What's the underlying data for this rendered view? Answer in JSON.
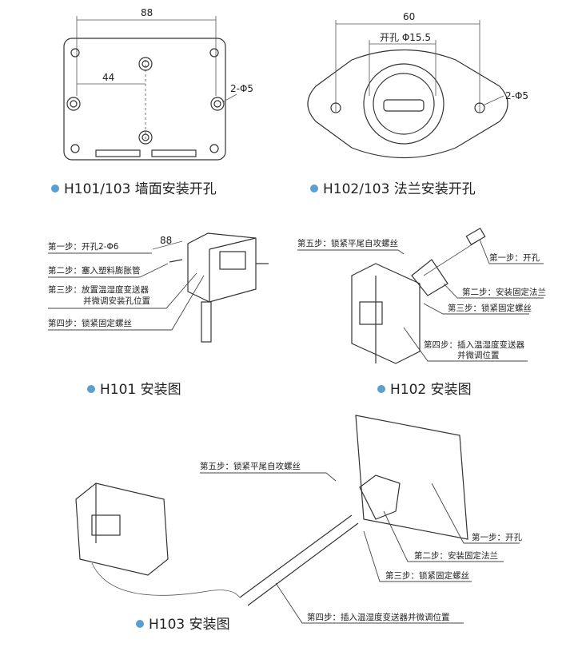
{
  "wall_mount": {
    "caption": "H101/103 墙面安装开孔",
    "dim_width": "88",
    "dim_half": "44",
    "hole_spec": "2-Φ5"
  },
  "flange_mount": {
    "caption": "H102/103 法兰安装开孔",
    "dim_width": "60",
    "center_hole": "开孔 Φ15.5",
    "hole_spec": "2-Φ5"
  },
  "h101": {
    "caption": "H101 安装图",
    "dim": "88",
    "steps": [
      "第一步：开孔2-Φ6",
      "第二步：塞入塑料膨胀管",
      "第三步：放置温湿度变送器",
      "并微调安装孔位置",
      "第四步：锁紧固定螺丝"
    ]
  },
  "h102": {
    "caption": "H102 安装图",
    "steps": [
      "第五步：锁紧平尾自攻螺丝",
      "第一步：开孔",
      "第二步：安装固定法兰",
      "第三步：锁紧固定螺丝",
      "第四步：插入温湿度变送器",
      "并微调位置"
    ]
  },
  "h103": {
    "caption": "H103 安装图",
    "steps": [
      "第五步：锁紧平尾自攻螺丝",
      "第一步：开孔",
      "第二步：安装固定法兰",
      "第三步：锁紧固定螺丝",
      "第四步：插入温湿度变送器并微调位置"
    ]
  },
  "colors": {
    "bullet": "#5a9fd0"
  }
}
